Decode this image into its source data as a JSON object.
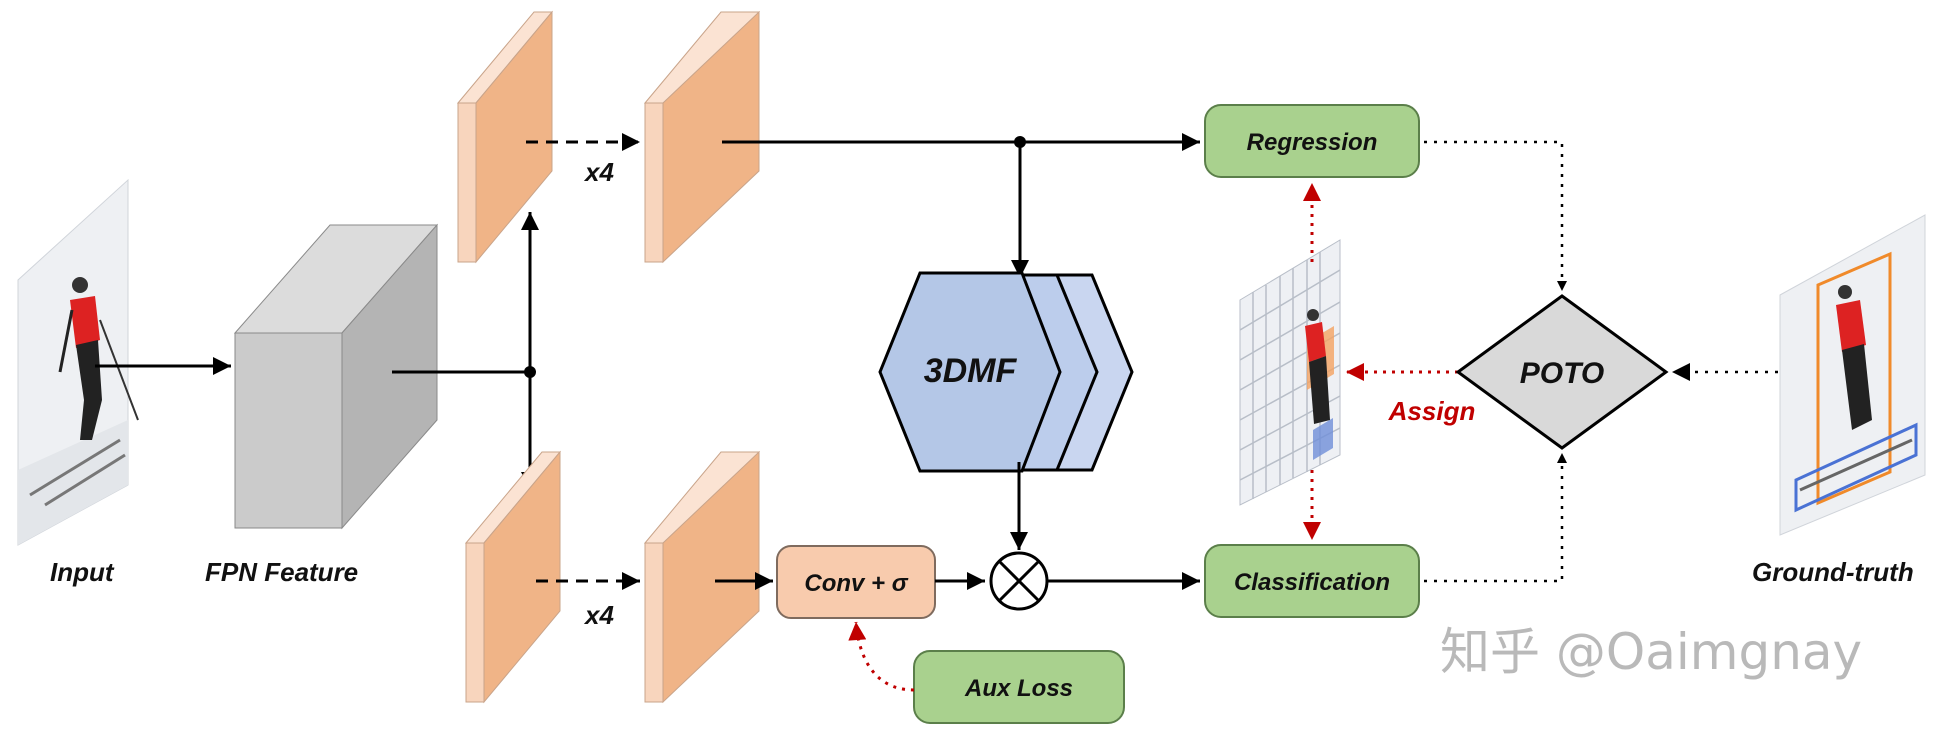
{
  "labels": {
    "input": "Input",
    "fpn": "FPN Feature",
    "x4_top": "x4",
    "x4_bottom": "x4",
    "ground_truth": "Ground-truth",
    "assign": "Assign"
  },
  "nodes": {
    "regression": "Regression",
    "classification": "Classification",
    "conv": "Conv + σ",
    "aux_loss": "Aux Loss",
    "dmf": "3DMF",
    "poto": "POTO"
  },
  "watermark": "知乎 @Oaimgnay",
  "colors": {
    "green_fill": "#a9d18e",
    "orange_fill": "#f4b183",
    "blue_hex": "#b4c7e7",
    "gray_cube": "#c9c9c9",
    "red_dotted": "#c00000",
    "poto_fill": "#d9d9d9"
  }
}
